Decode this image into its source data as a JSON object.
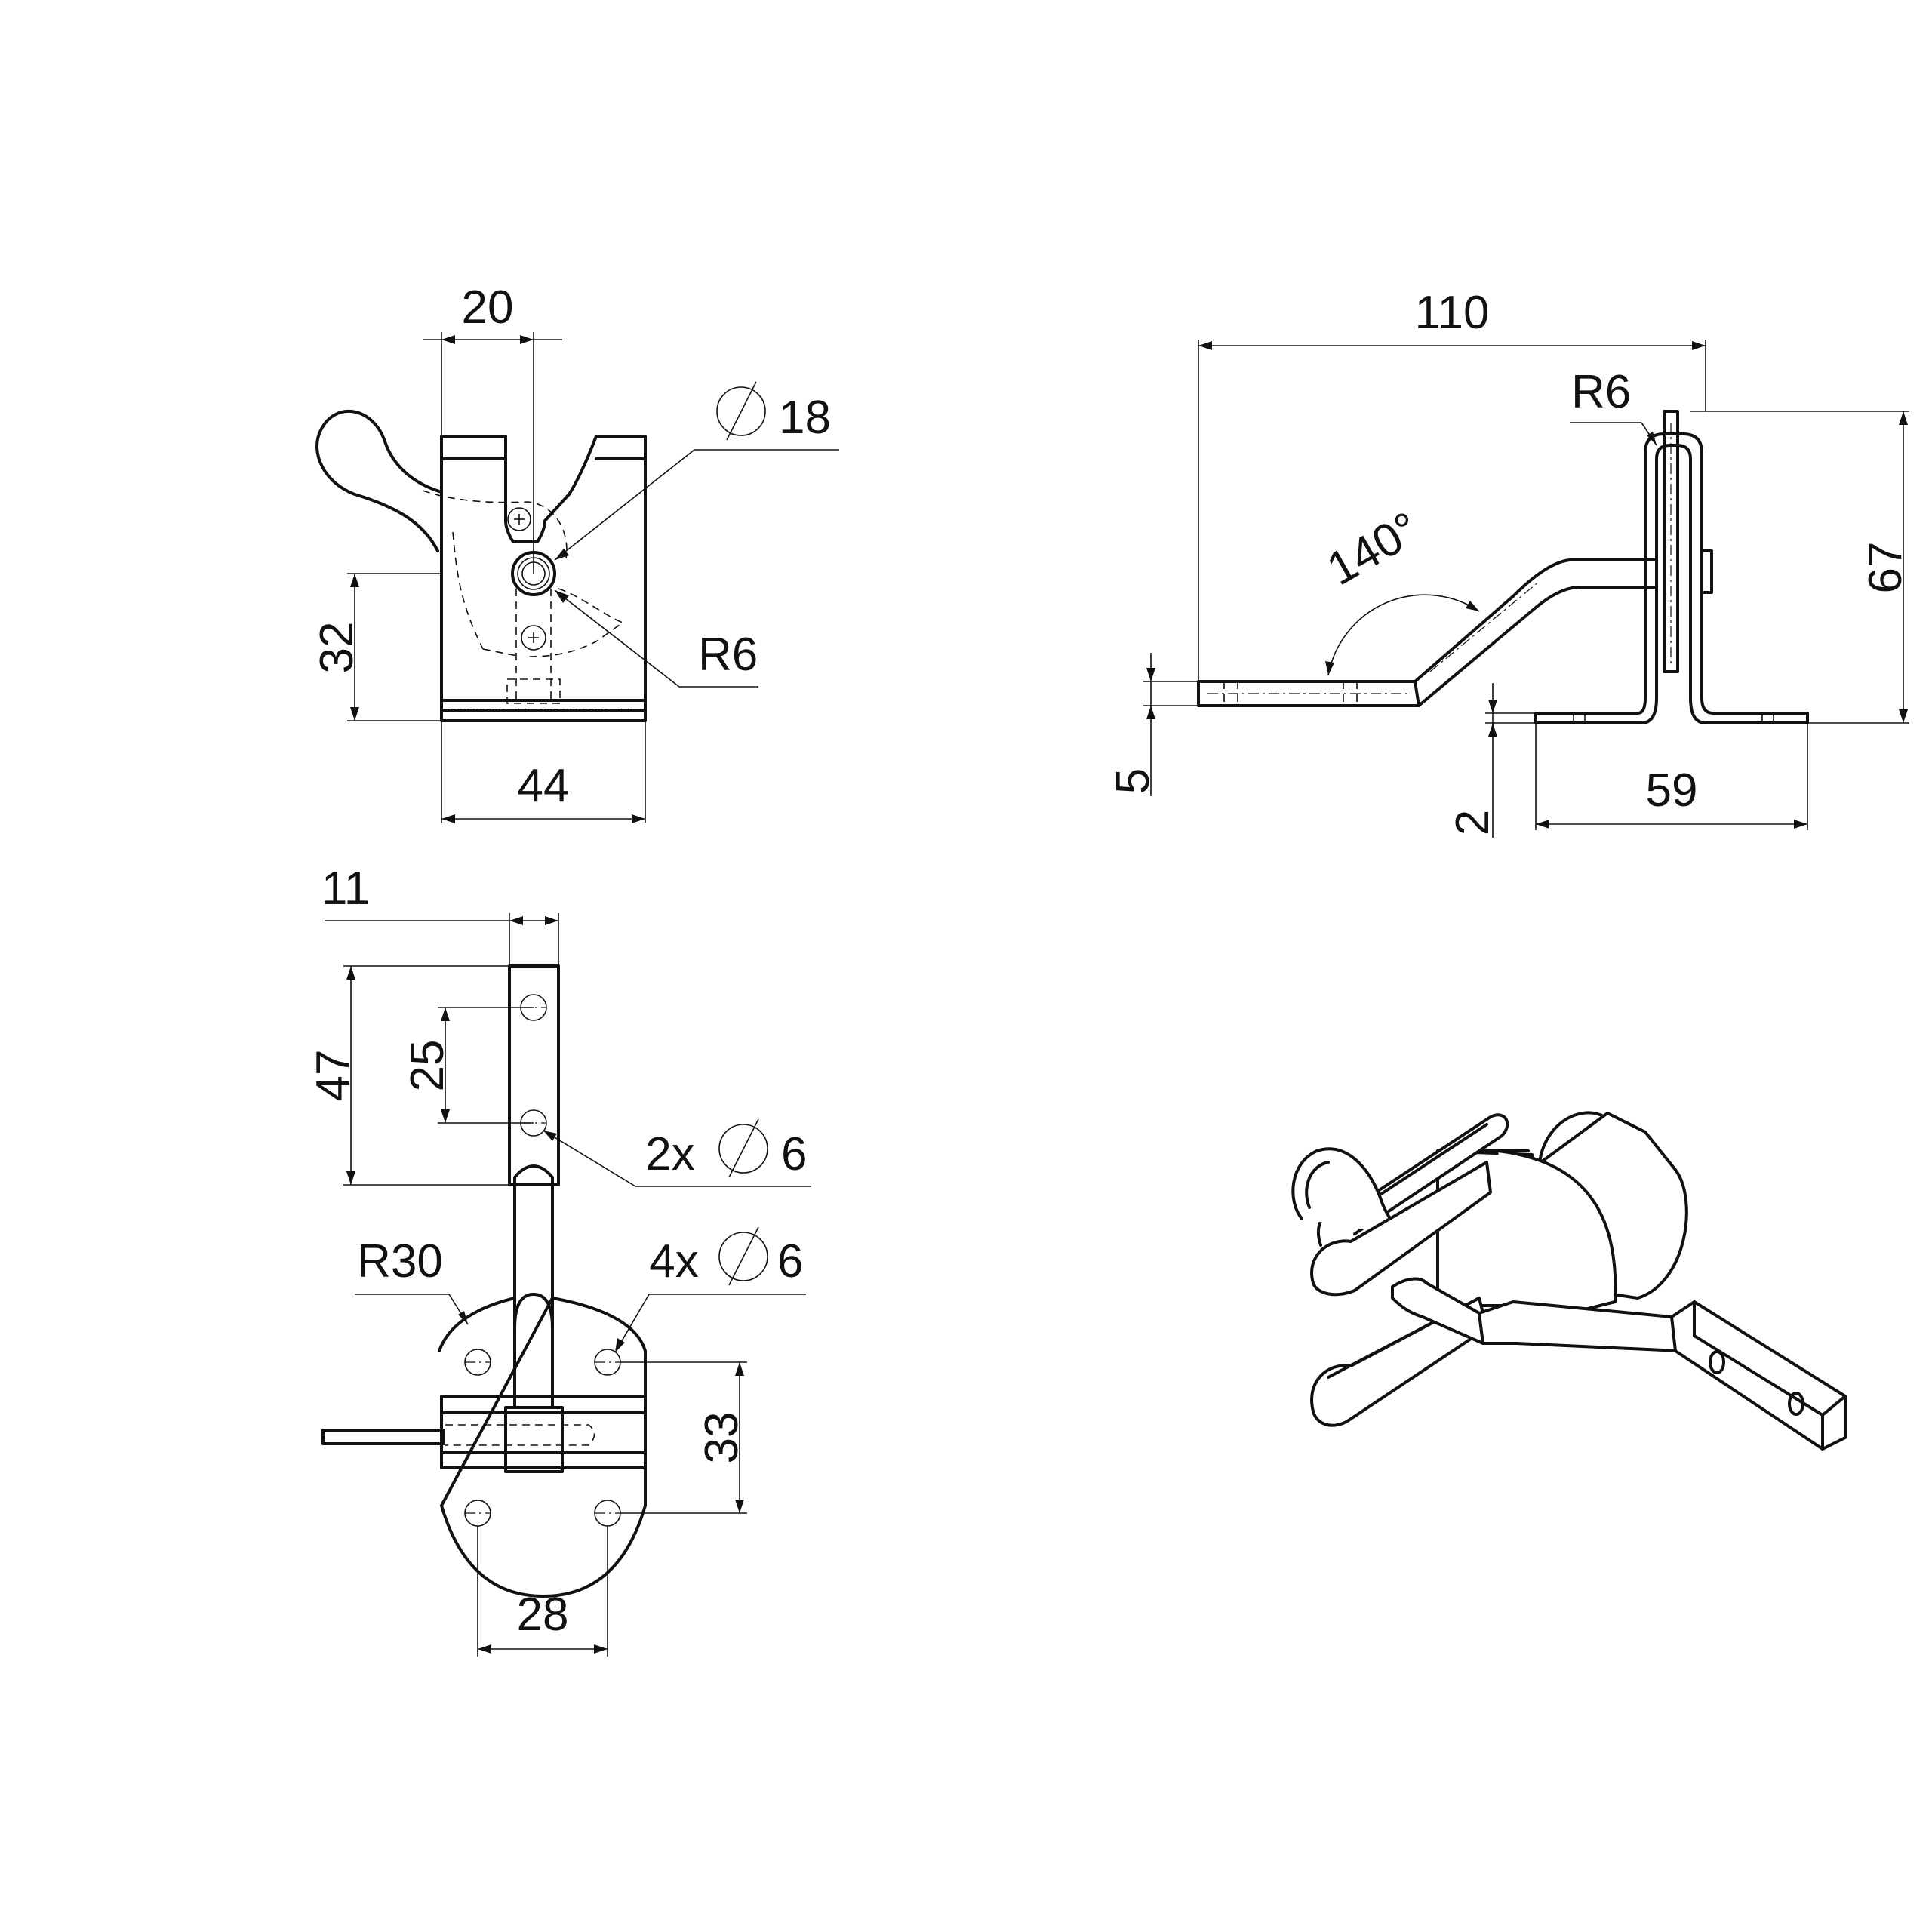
{
  "drawing": {
    "front_view": {
      "width_top": "20",
      "bore_dia": "18",
      "pin_radius": "R6",
      "height": "32",
      "width_base": "44"
    },
    "side_view": {
      "total_length": "110",
      "loop_radius": "R6",
      "bend_angle": "140°",
      "height": "67",
      "bar_thickness": "5",
      "plate_thickness": "2",
      "base_width": "59"
    },
    "plan_view": {
      "arm_width": "11",
      "arm_length": "47",
      "hole_pitch": "25",
      "arm_holes": "2x",
      "arm_hole_dia": "6",
      "plate_radius": "R30",
      "plate_holes": "4x",
      "plate_hole_dia": "6",
      "hole_spacing_v": "33",
      "hole_spacing_h": "28"
    }
  },
  "symbols": {
    "diameter_icon": "diameter-symbol"
  }
}
